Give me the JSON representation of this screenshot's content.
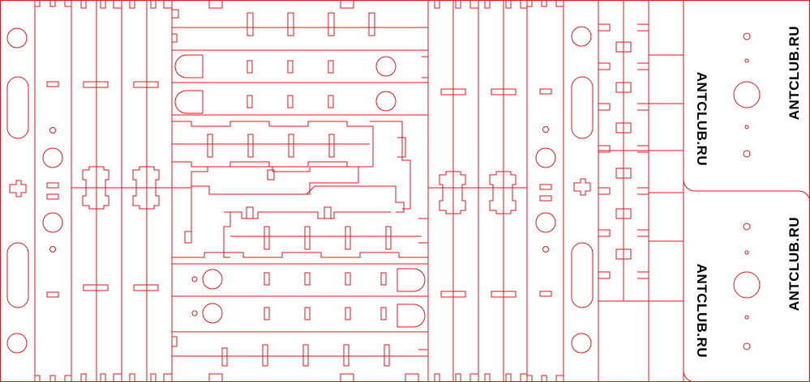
{
  "sheet": {
    "brand_labels": [
      {
        "text": "ANTCLUB.RU"
      },
      {
        "text": "ANTCLUB.RU"
      },
      {
        "text": "ANTCLUB.RU"
      },
      {
        "text": "ANTCLUB.RU"
      }
    ]
  },
  "colors": {
    "cut_line": "#e8131b",
    "label": "#000000",
    "background": "#ffffff"
  }
}
